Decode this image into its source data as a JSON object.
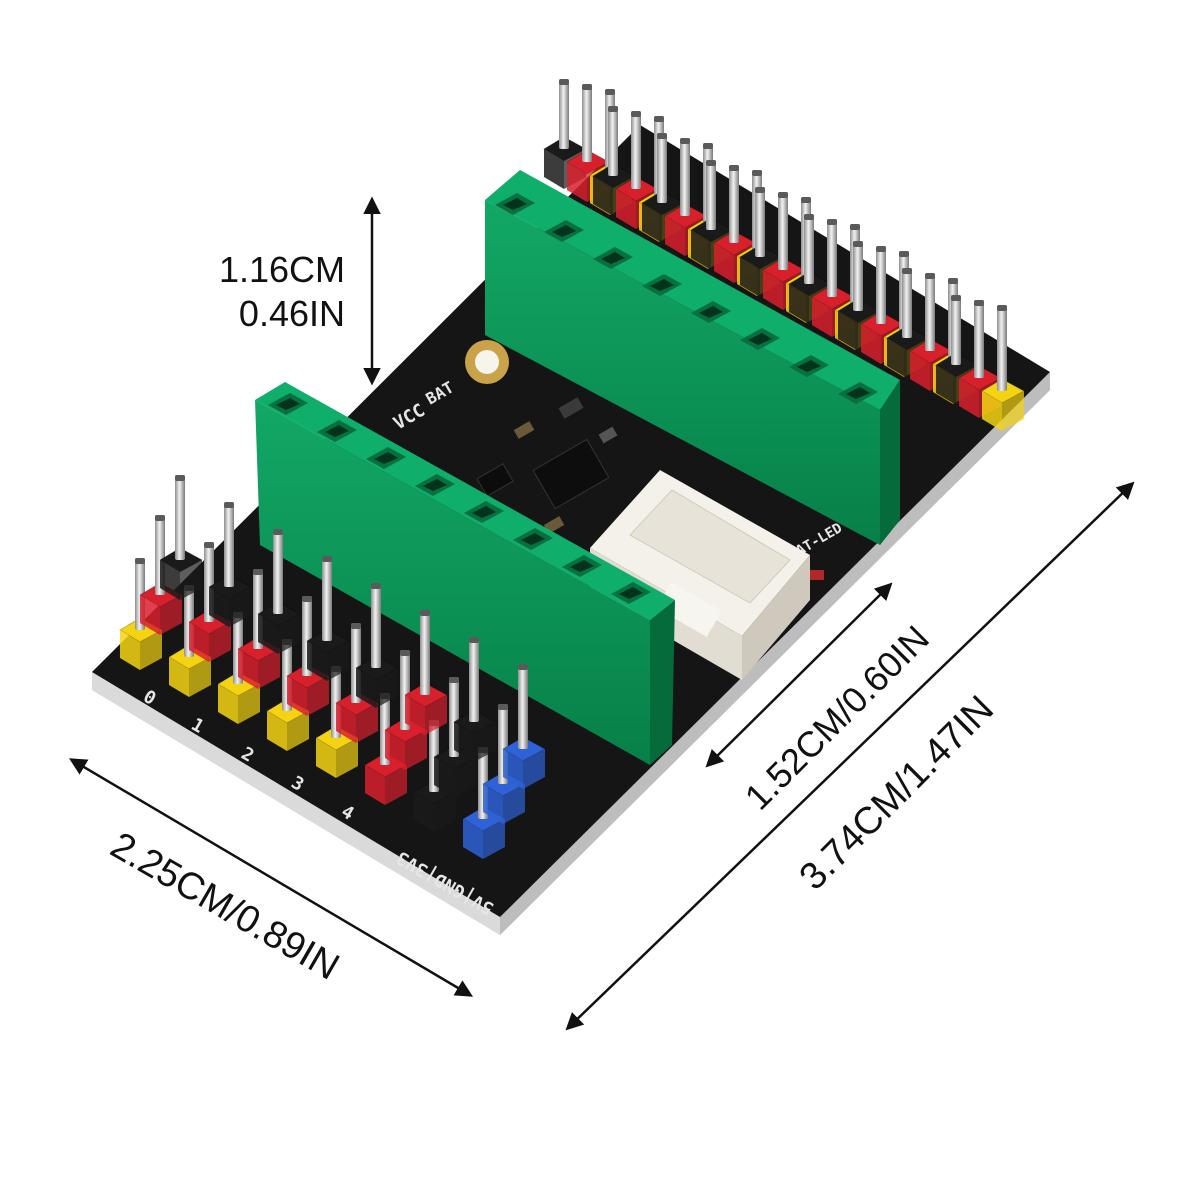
{
  "dimensions": {
    "height": "1.16CM\n0.46IN",
    "height_cm": "1.16CM",
    "height_in": "0.46IN",
    "width": "2.25CM/0.89IN",
    "header_length": "1.52CM/0.60IN",
    "board_length": "3.74CM/1.47IN"
  },
  "silkscreen": {
    "pin_numbers": [
      "0",
      "1",
      "2",
      "3",
      "4"
    ],
    "power_row": "5V|GND|3V3",
    "vcc_label": "VCC",
    "bat_label": "BAT",
    "bat_led_label": "BAT-LED"
  },
  "colors": {
    "pcb": "#151515",
    "pcb_edge": "#d8d8d8",
    "socket": "#0a9a5c",
    "socket_dark": "#067040",
    "yellow": "#f4d312",
    "red": "#d8202c",
    "black": "#1a1a1a",
    "blue": "#2f62d6",
    "connector": "#f2eee6",
    "pin": "#c9c9c9"
  }
}
